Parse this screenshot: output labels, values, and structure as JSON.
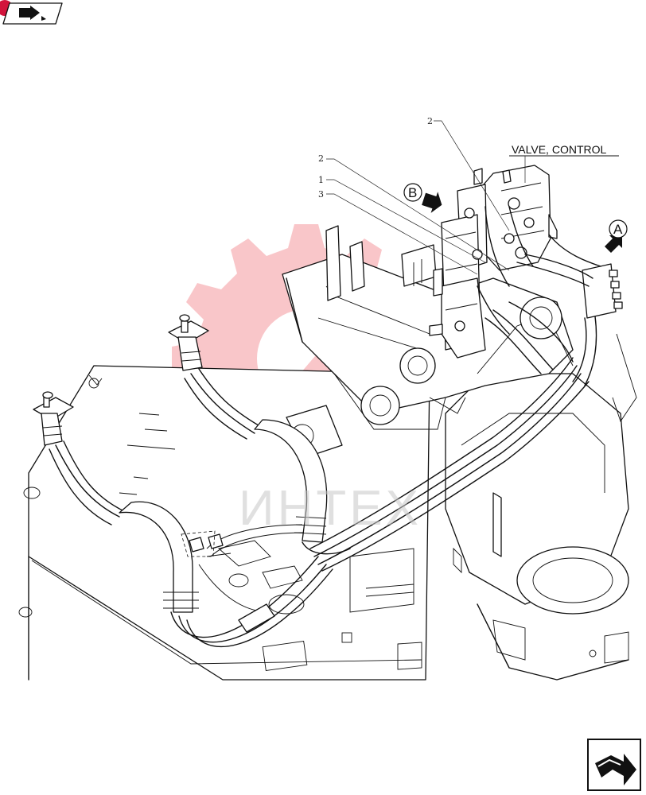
{
  "header": {
    "badge_color": "#d2143c",
    "nav_icon": "arrow-right-icon"
  },
  "callouts": [
    {
      "label": "2"
    },
    {
      "label": "2"
    },
    {
      "label": "1"
    },
    {
      "label": "3"
    }
  ],
  "valve_label": "VALVE, CONTROL",
  "view_markers": [
    {
      "letter": "B"
    },
    {
      "letter": "A"
    }
  ],
  "watermark": {
    "text": "ИНТЕХ",
    "color": "#e5000f"
  },
  "footer": {
    "nav_icon": "next-page-icon"
  }
}
